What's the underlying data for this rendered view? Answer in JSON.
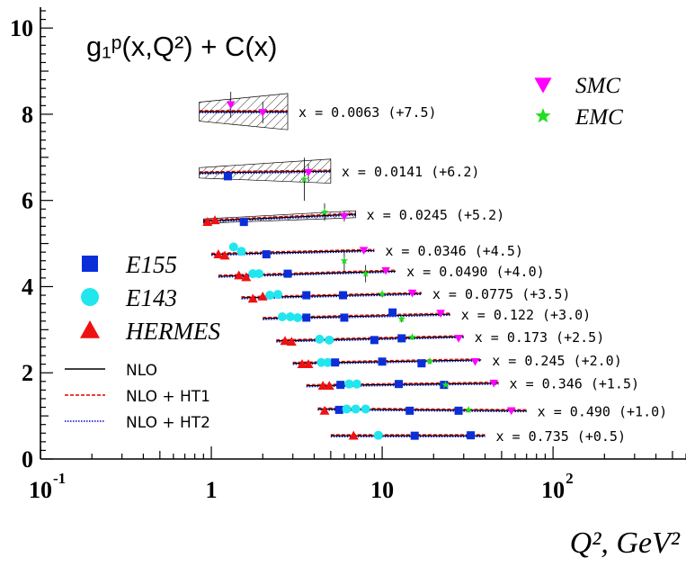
{
  "chart_data": {
    "type": "scatter",
    "title": "g₁ᵖ(x,Q²) + C(x)",
    "xlabel": "Q², GeV²",
    "ylabel": "",
    "xscale": "log",
    "xlim": [
      0.1,
      600
    ],
    "ylim": [
      0,
      10.4
    ],
    "x_ticks": [
      {
        "label": "10",
        "sup": "-1",
        "value": 0.1
      },
      {
        "label": "1",
        "sup": "",
        "value": 1
      },
      {
        "label": "10",
        "sup": "",
        "value": 10
      },
      {
        "label": "10",
        "sup": "2",
        "value": 100
      }
    ],
    "y_ticks": [
      {
        "label": "0",
        "value": 0
      },
      {
        "label": "2",
        "value": 2
      },
      {
        "label": "4",
        "value": 4
      },
      {
        "label": "6",
        "value": 6
      },
      {
        "label": "8",
        "value": 8
      },
      {
        "label": "10",
        "value": 10
      }
    ],
    "colors": {
      "E155": "#0a2fd9",
      "E143": "#22e6ee",
      "HERMES": "#ee1111",
      "SMC": "#ff00ff",
      "EMC": "#22dd22"
    },
    "legend_markers": [
      {
        "name": "E155",
        "marker": "square",
        "color": "#0a2fd9"
      },
      {
        "name": "E143",
        "marker": "circle",
        "color": "#22e6ee"
      },
      {
        "name": "HERMES",
        "marker": "triangle",
        "color": "#ee1111"
      }
    ],
    "legend_markers_right": [
      {
        "name": "SMC",
        "marker": "triangle-down",
        "color": "#ff00ff"
      },
      {
        "name": "EMC",
        "marker": "star",
        "color": "#22dd22"
      }
    ],
    "legend_lines": [
      {
        "name": "NLO",
        "style": "solid",
        "color": "#000000"
      },
      {
        "name": "NLO + HT1",
        "style": "dashed",
        "color": "#dd0000"
      },
      {
        "name": "NLO + HT2",
        "style": "dotted",
        "color": "#0000cc"
      }
    ],
    "bins": [
      {
        "label": "x = 0.0063 (+7.5)",
        "offset": 7.5,
        "q2_range": [
          0.85,
          2.8
        ],
        "y_left": 8.06,
        "y_right": 8.06,
        "band": [
          0.22,
          0.42
        ],
        "points": [
          {
            "set": "SMC",
            "q2": 1.3,
            "y": 8.22,
            "err": 0.3
          },
          {
            "set": "SMC",
            "q2": 2.0,
            "y": 8.04,
            "err": 0.25
          }
        ]
      },
      {
        "label": "x = 0.0141 (+6.2)",
        "offset": 6.2,
        "q2_range": [
          0.85,
          5.0
        ],
        "y_left": 6.64,
        "y_right": 6.68,
        "band": [
          0.12,
          0.28
        ],
        "points": [
          {
            "set": "E155",
            "q2": 1.25,
            "y": 6.56,
            "err": 0.05
          },
          {
            "set": "SMC",
            "q2": 3.7,
            "y": 6.65,
            "err": 0.2
          },
          {
            "set": "EMC",
            "q2": 3.5,
            "y": 6.49,
            "err": 0.5
          }
        ]
      },
      {
        "label": "x = 0.0245 (+5.2)",
        "offset": 5.2,
        "q2_range": [
          0.9,
          7.0
        ],
        "y_left": 5.52,
        "y_right": 5.68,
        "band": [
          0.05,
          0.08
        ],
        "points": [
          {
            "set": "HERMES",
            "q2": 0.95,
            "y": 5.5
          },
          {
            "set": "HERMES",
            "q2": 1.05,
            "y": 5.54
          },
          {
            "set": "E155",
            "q2": 1.55,
            "y": 5.5
          },
          {
            "set": "EMC",
            "q2": 4.6,
            "y": 5.73,
            "err": 0.2
          },
          {
            "set": "SMC",
            "q2": 6.0,
            "y": 5.63,
            "err": 0.12
          }
        ]
      },
      {
        "label": "x = 0.0346 (+4.5)",
        "offset": 4.5,
        "q2_range": [
          1.0,
          9.0
        ],
        "y_left": 4.75,
        "y_right": 4.84,
        "points": [
          {
            "set": "HERMES",
            "q2": 1.1,
            "y": 4.75
          },
          {
            "set": "HERMES",
            "q2": 1.2,
            "y": 4.72
          },
          {
            "set": "E143",
            "q2": 1.35,
            "y": 4.92
          },
          {
            "set": "E143",
            "q2": 1.5,
            "y": 4.82
          },
          {
            "set": "E155",
            "q2": 2.1,
            "y": 4.75
          },
          {
            "set": "SMC",
            "q2": 7.8,
            "y": 4.84
          }
        ]
      },
      {
        "label": "x = 0.0490 (+4.0)",
        "offset": 4.0,
        "q2_range": [
          1.1,
          12.0
        ],
        "y_left": 4.24,
        "y_right": 4.36,
        "points": [
          {
            "set": "HERMES",
            "q2": 1.45,
            "y": 4.26
          },
          {
            "set": "HERMES",
            "q2": 1.6,
            "y": 4.22
          },
          {
            "set": "E143",
            "q2": 1.75,
            "y": 4.3
          },
          {
            "set": "E143",
            "q2": 1.9,
            "y": 4.3
          },
          {
            "set": "E155",
            "q2": 2.8,
            "y": 4.3
          },
          {
            "set": "EMC",
            "q2": 6.0,
            "y": 4.6,
            "err": 0.25
          },
          {
            "set": "EMC",
            "q2": 8.0,
            "y": 4.3,
            "err": 0.2
          },
          {
            "set": "SMC",
            "q2": 10.5,
            "y": 4.37
          }
        ]
      },
      {
        "label": "x = 0.0775 (+3.5)",
        "offset": 3.5,
        "q2_range": [
          1.5,
          17.0
        ],
        "y_left": 3.74,
        "y_right": 3.84,
        "points": [
          {
            "set": "HERMES",
            "q2": 1.75,
            "y": 3.72
          },
          {
            "set": "HERMES",
            "q2": 2.0,
            "y": 3.77
          },
          {
            "set": "E143",
            "q2": 2.2,
            "y": 3.8
          },
          {
            "set": "E143",
            "q2": 2.45,
            "y": 3.82
          },
          {
            "set": "E155",
            "q2": 3.6,
            "y": 3.8
          },
          {
            "set": "E155",
            "q2": 5.9,
            "y": 3.8
          },
          {
            "set": "EMC",
            "q2": 10.0,
            "y": 3.83,
            "err": 0.08
          },
          {
            "set": "SMC",
            "q2": 15.0,
            "y": 3.85
          }
        ]
      },
      {
        "label": "x = 0.122 (+3.0)",
        "offset": 3.0,
        "q2_range": [
          2.0,
          25.0
        ],
        "y_left": 3.26,
        "y_right": 3.36,
        "points": [
          {
            "set": "E143",
            "q2": 2.6,
            "y": 3.3
          },
          {
            "set": "E143",
            "q2": 2.9,
            "y": 3.3
          },
          {
            "set": "E143",
            "q2": 3.2,
            "y": 3.28
          },
          {
            "set": "E155",
            "q2": 3.6,
            "y": 3.28
          },
          {
            "set": "E155",
            "q2": 6.0,
            "y": 3.28
          },
          {
            "set": "E155",
            "q2": 11.5,
            "y": 3.4
          },
          {
            "set": "EMC",
            "q2": 13.0,
            "y": 3.25,
            "err": 0.08
          },
          {
            "set": "SMC",
            "q2": 22.0,
            "y": 3.38
          }
        ]
      },
      {
        "label": "x = 0.173 (+2.5)",
        "offset": 2.5,
        "q2_range": [
          2.4,
          30.0
        ],
        "y_left": 2.74,
        "y_right": 2.84,
        "points": [
          {
            "set": "HERMES",
            "q2": 2.7,
            "y": 2.74
          },
          {
            "set": "HERMES",
            "q2": 2.95,
            "y": 2.72
          },
          {
            "set": "E143",
            "q2": 4.3,
            "y": 2.78
          },
          {
            "set": "E143",
            "q2": 4.9,
            "y": 2.76
          },
          {
            "set": "E155",
            "q2": 9.0,
            "y": 2.76
          },
          {
            "set": "E155",
            "q2": 13.0,
            "y": 2.8
          },
          {
            "set": "EMC",
            "q2": 15.0,
            "y": 2.83,
            "err": 0.06
          },
          {
            "set": "SMC",
            "q2": 28.0,
            "y": 2.8
          }
        ]
      },
      {
        "label": "x = 0.245 (+2.0)",
        "offset": 2.0,
        "q2_range": [
          3.0,
          38.0
        ],
        "y_left": 2.22,
        "y_right": 2.3,
        "points": [
          {
            "set": "HERMES",
            "q2": 3.4,
            "y": 2.2
          },
          {
            "set": "HERMES",
            "q2": 3.7,
            "y": 2.2
          },
          {
            "set": "E143",
            "q2": 4.4,
            "y": 2.24
          },
          {
            "set": "E143",
            "q2": 4.8,
            "y": 2.24
          },
          {
            "set": "E155",
            "q2": 5.3,
            "y": 2.24
          },
          {
            "set": "E155",
            "q2": 10.0,
            "y": 2.26
          },
          {
            "set": "E155",
            "q2": 17.0,
            "y": 2.22
          },
          {
            "set": "EMC",
            "q2": 19.0,
            "y": 2.27,
            "err": 0.07
          },
          {
            "set": "SMC",
            "q2": 35.0,
            "y": 2.26
          }
        ]
      },
      {
        "label": "x = 0.346 (+1.5)",
        "offset": 1.5,
        "q2_range": [
          3.6,
          48.0
        ],
        "y_left": 1.7,
        "y_right": 1.76,
        "points": [
          {
            "set": "HERMES",
            "q2": 4.5,
            "y": 1.7
          },
          {
            "set": "HERMES",
            "q2": 4.9,
            "y": 1.7
          },
          {
            "set": "E155",
            "q2": 5.7,
            "y": 1.72
          },
          {
            "set": "E143",
            "q2": 6.4,
            "y": 1.74
          },
          {
            "set": "E143",
            "q2": 7.1,
            "y": 1.74
          },
          {
            "set": "E155",
            "q2": 12.5,
            "y": 1.74
          },
          {
            "set": "E155",
            "q2": 23.0,
            "y": 1.72
          },
          {
            "set": "EMC",
            "q2": 23.5,
            "y": 1.72,
            "err": 0.06
          },
          {
            "set": "SMC",
            "q2": 45.0,
            "y": 1.76
          }
        ]
      },
      {
        "label": "x = 0.490 (+1.0)",
        "offset": 1.0,
        "q2_range": [
          4.2,
          70.0
        ],
        "y_left": 1.16,
        "y_right": 1.12,
        "points": [
          {
            "set": "HERMES",
            "q2": 4.6,
            "y": 1.12
          },
          {
            "set": "E155",
            "q2": 5.6,
            "y": 1.14
          },
          {
            "set": "E143",
            "q2": 6.2,
            "y": 1.16
          },
          {
            "set": "E143",
            "q2": 7.0,
            "y": 1.16
          },
          {
            "set": "E143",
            "q2": 8.0,
            "y": 1.16
          },
          {
            "set": "E155",
            "q2": 14.5,
            "y": 1.12
          },
          {
            "set": "E155",
            "q2": 28.0,
            "y": 1.12
          },
          {
            "set": "EMC",
            "q2": 32.0,
            "y": 1.14,
            "err": 0.06
          },
          {
            "set": "SMC",
            "q2": 57.0,
            "y": 1.12
          }
        ]
      },
      {
        "label": "x = 0.735 (+0.5)",
        "offset": 0.5,
        "q2_range": [
          5.0,
          40.0
        ],
        "y_left": 0.54,
        "y_right": 0.54,
        "points": [
          {
            "set": "HERMES",
            "q2": 6.8,
            "y": 0.54
          },
          {
            "set": "E143",
            "q2": 9.5,
            "y": 0.55
          },
          {
            "set": "E155",
            "q2": 15.5,
            "y": 0.54
          },
          {
            "set": "E155",
            "q2": 33.0,
            "y": 0.55
          }
        ]
      }
    ]
  }
}
